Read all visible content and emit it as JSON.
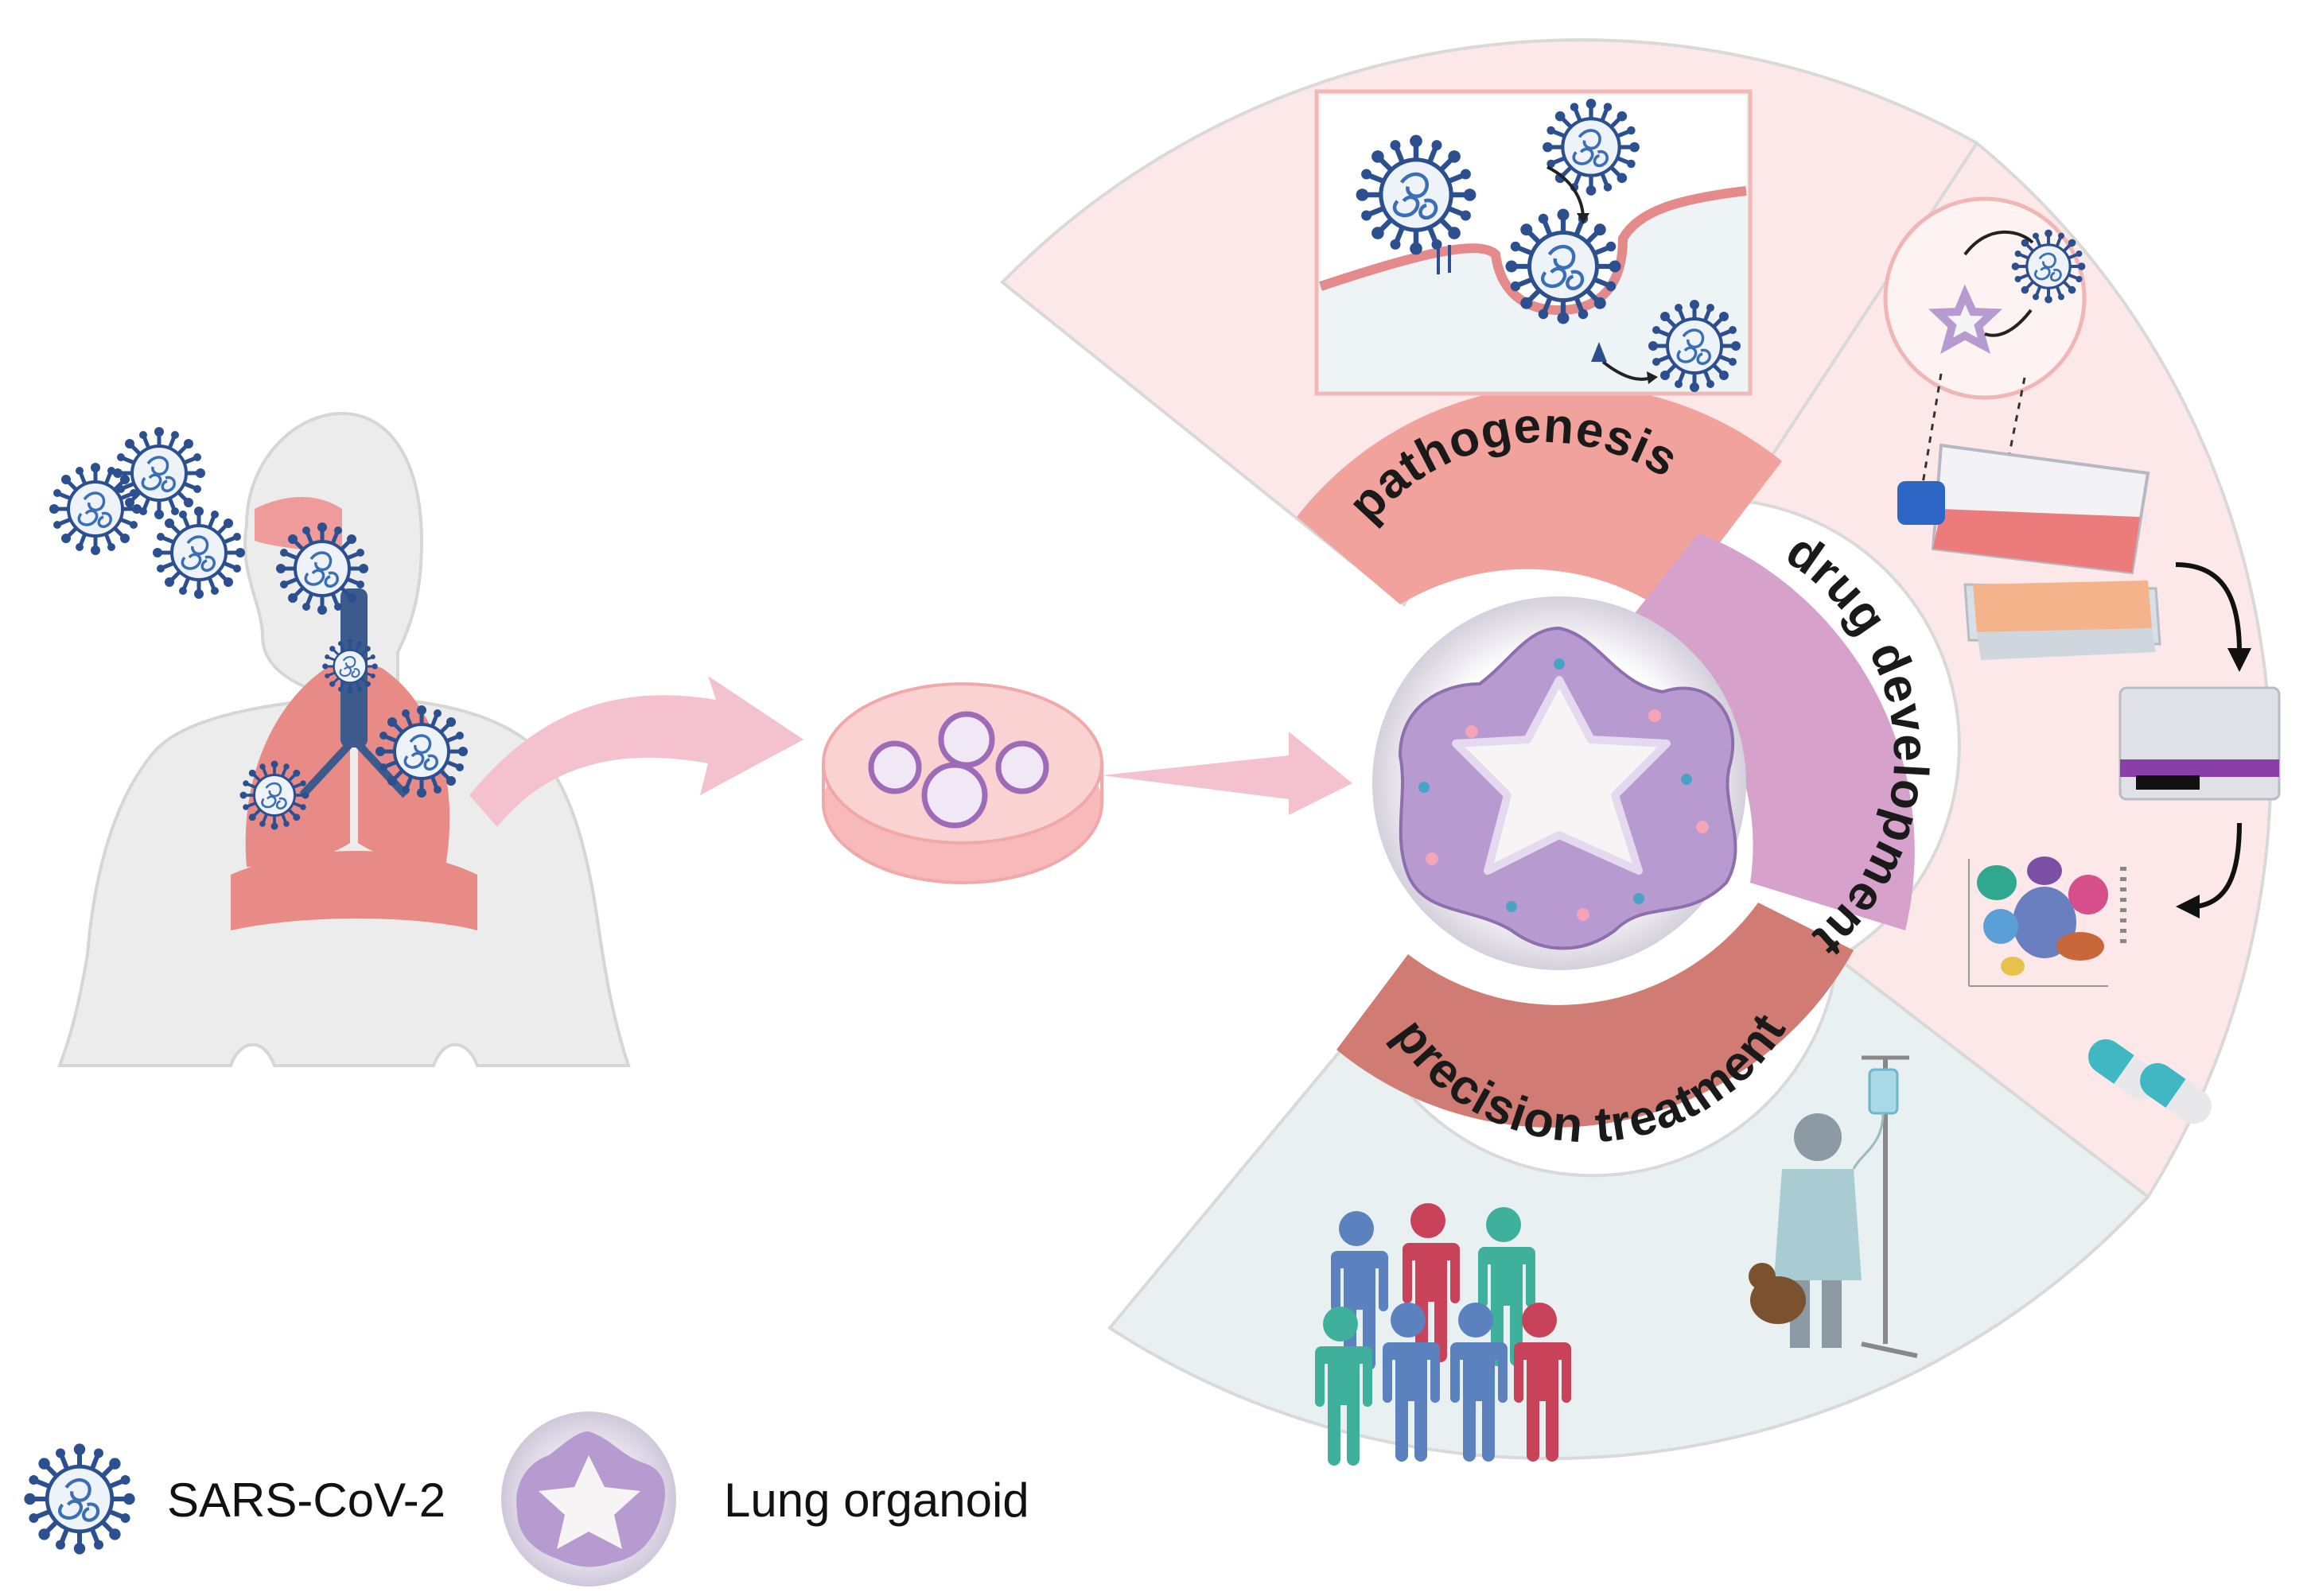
{
  "colors": {
    "virus_body": "#e8eef7",
    "virus_spike": "#2c4f8f",
    "virus_rna": "#3a6fb5",
    "pink_light": "#fce8e8",
    "blue_light": "#e8f0f2",
    "pathogenesis_band": "#f2a29c",
    "drug_band": "#d6a2cc",
    "precision_band": "#d07c74",
    "organoid_purple": "#b79bd0",
    "lung_red": "#e57373",
    "arrow_pink": "#f4c1cf"
  },
  "sections": {
    "pathogenesis": "pathogenesis",
    "drug_development": "drug development",
    "precision_treatment": "precision treatment"
  },
  "legend": {
    "virus_label": "SARS-CoV-2",
    "organoid_label": "Lung organoid"
  },
  "icons": [
    "sars-cov-2-virus-icon",
    "human-body-icon",
    "lungs-icon",
    "petri-dish-icon",
    "lung-organoid-icon",
    "cell-culture-flask-icon",
    "well-plate-icon",
    "plate-reader-icon",
    "tsne-plot-icon",
    "capsule-pill-icon",
    "patient-group-icon",
    "patient-with-iv-icon"
  ]
}
